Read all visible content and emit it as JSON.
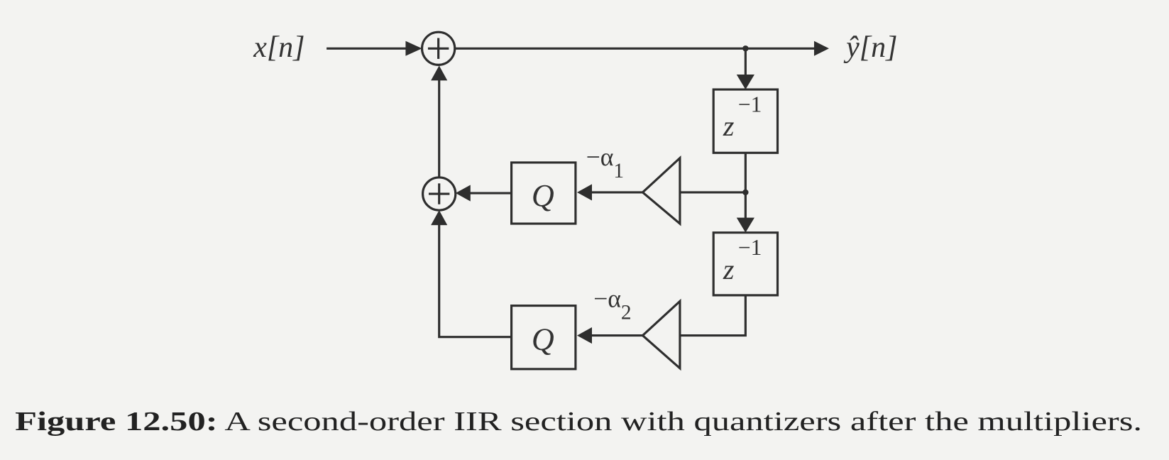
{
  "diagram": {
    "input_label": "x[n]",
    "output_label": "ŷ[n]",
    "delay1": {
      "base": "z",
      "exponent": "−1"
    },
    "delay2": {
      "base": "z",
      "exponent": "−1"
    },
    "quantizer1": "Q",
    "quantizer2": "Q",
    "gain1": {
      "sign": "−α",
      "sub": "1"
    },
    "gain2": {
      "sign": "−α",
      "sub": "2"
    },
    "adder_symbol": "+"
  },
  "caption": {
    "label": "Figure 12.50:",
    "text": " A second-order IIR section with quantizers after the multipliers."
  }
}
